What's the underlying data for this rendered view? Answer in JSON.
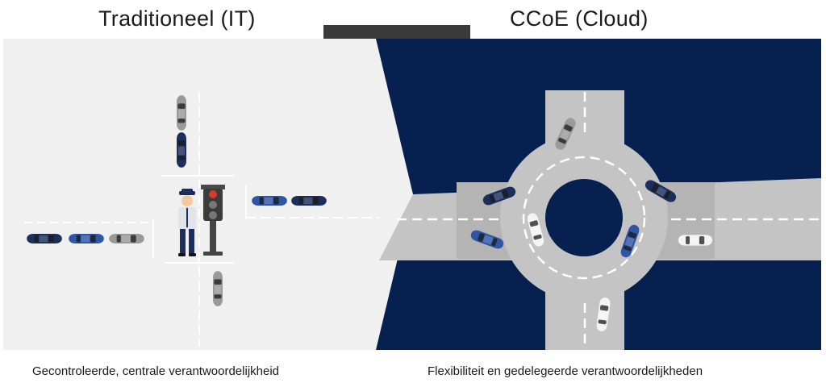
{
  "left_panel": {
    "title": "Traditioneel (IT)",
    "caption": "Gecontroleerde, centrale verantwoordelijkheid"
  },
  "right_panel": {
    "title": "CCoE (Cloud)",
    "caption": "Flexibiliteit en gedelegeerde verantwoordelijkheden"
  },
  "colors": {
    "light_panel": "#f0f0f0",
    "dark_panel": "#06204f",
    "road": "#c4c4c4",
    "car_navy": "#1c2f5c",
    "car_blue": "#2f56a5",
    "car_gray": "#9a9a9a",
    "car_white": "#f4f4f4",
    "divider_bar": "#3a3a3a"
  },
  "icons": [
    "traffic-police-officer-icon",
    "traffic-light-icon",
    "car-icon"
  ]
}
